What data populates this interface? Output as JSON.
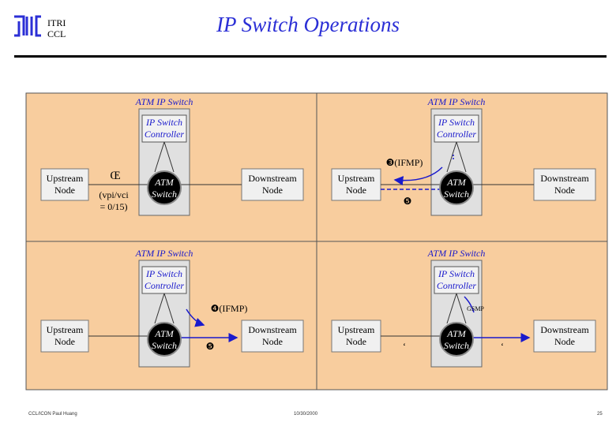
{
  "header": {
    "title": "IP Switch Operations",
    "org_line1": "ITRI",
    "org_line2": "CCL"
  },
  "labels": {
    "atm_ip_switch": "ATM IP Switch",
    "ip_switch": "IP Switch",
    "controller": "Controller",
    "upstream": "Upstream",
    "downstream": "Downstream",
    "node": "Node",
    "atm": "ATM",
    "switch": "Switch"
  },
  "panel1": {
    "symbol": "Œ",
    "vci_line1": "(vpi/vci",
    "vci_line2": "= 0/15)"
  },
  "panel2": {
    "ifmp": "❸(IFMP)",
    "step": "❺"
  },
  "panel3": {
    "ifmp": "❹(IFMP)",
    "step": "❺"
  },
  "panel4": {
    "gsmp": "GSMP",
    "mark_left": "‘",
    "mark_right": "‘"
  },
  "footer": {
    "left": "CCL/ICON Paul Huang",
    "center": "10/30/2000",
    "right": "25"
  },
  "colors": {
    "panel_fill": "#f8cd9e",
    "title_blue": "#2b2fd6",
    "controller_blue": "#1a1acc",
    "node_fill": "#f0f0f0"
  }
}
